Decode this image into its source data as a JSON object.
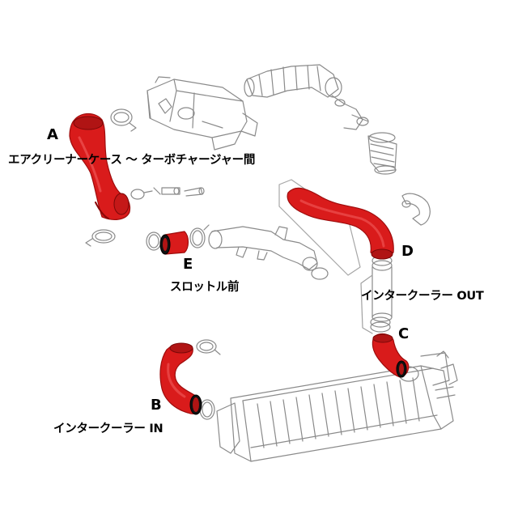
{
  "diagram": {
    "colors": {
      "hose": "#d91b1b",
      "hose_dark": "#9e0d0d",
      "line": "#8a8a8a",
      "background": "#ffffff",
      "text": "#000000"
    },
    "labels": {
      "A": {
        "letter": "A",
        "text": "エアクリーナーケース 〜 ターボチャージャー間"
      },
      "B": {
        "letter": "B",
        "text": "インタークーラー IN"
      },
      "C": {
        "letter": "C"
      },
      "D": {
        "letter": "D",
        "text": "インタークーラー OUT"
      },
      "E": {
        "letter": "E",
        "text": "スロットル前"
      }
    }
  }
}
